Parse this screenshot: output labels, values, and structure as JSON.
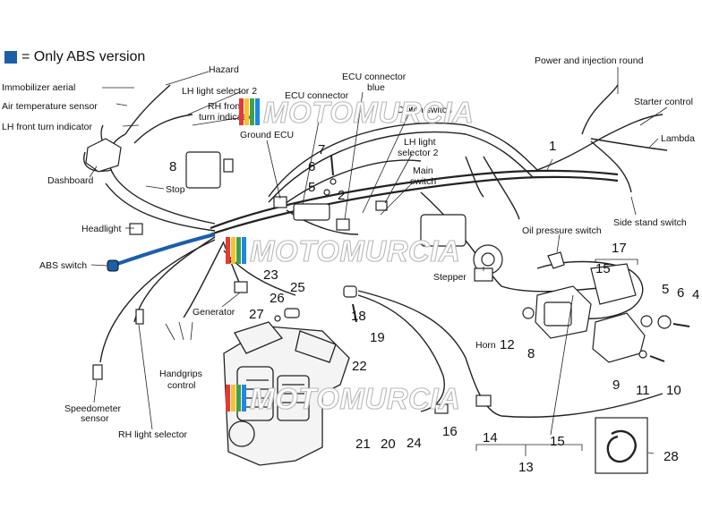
{
  "legend": {
    "swatch_color": "#1b5fa8",
    "text": "= Only ABS version"
  },
  "watermark": {
    "text": "MOTOMURCIA",
    "stripe_colors": [
      "#e53935",
      "#fbc02d",
      "#43a047",
      "#1e88e5"
    ]
  },
  "highlight_color": "#1b5fa8",
  "labels": {
    "hazard": "Hazard",
    "immobilizer": "Immobilizer aerial",
    "air_temp": "Air temperature sensor",
    "lh_front_turn": "LH front turn indicator",
    "lh_light_selector_top": "LH light selector 2",
    "rh_front_turn_1": "RH front",
    "rh_front_turn_2": "turn indicator",
    "ecu_connector_gray": "ECU connector",
    "ecu_connector_blue_1": "ECU connector",
    "ecu_connector_blue_2": "blue",
    "dashboard": "Dashboard",
    "stop": "Stop",
    "ground_ecu": "Ground ECU",
    "clutch_switch": "Clutch switch",
    "lh_light_selector_mid_1": "LH light",
    "lh_light_selector_mid_2": "selector 2",
    "main_switch_1": "Main",
    "main_switch_2": "switch",
    "headlight": "Headlight",
    "abs_switch": "ABS switch",
    "power_injection": "Power and injection round",
    "starter_control": "Starter control",
    "lambda": "Lambda",
    "side_stand": "Side stand switch",
    "oil_pressure": "Oil pressure switch",
    "stepper": "Stepper",
    "generator": "Generator",
    "handgrips_1": "Handgrips",
    "handgrips_2": "control",
    "horn": "Horn",
    "speedometer_1": "Speedometer",
    "speedometer_2": "sensor",
    "rh_light_selector": "RH light selector"
  },
  "numbers": {
    "n1": "1",
    "n2": "2",
    "n4": "4",
    "n5a": "5",
    "n5b": "5",
    "n6a": "6",
    "n6b": "6",
    "n7": "7",
    "n8a": "8",
    "n8b": "8",
    "n9": "9",
    "n10": "10",
    "n11": "11",
    "n12": "12",
    "n13": "13",
    "n14": "14",
    "n15a": "15",
    "n15b": "15",
    "n16": "16",
    "n17": "17",
    "n18": "18",
    "n19": "19",
    "n20": "20",
    "n21": "21",
    "n22": "22",
    "n23": "23",
    "n24": "24",
    "n25": "25",
    "n26": "26",
    "n27": "27",
    "n28": "28"
  }
}
